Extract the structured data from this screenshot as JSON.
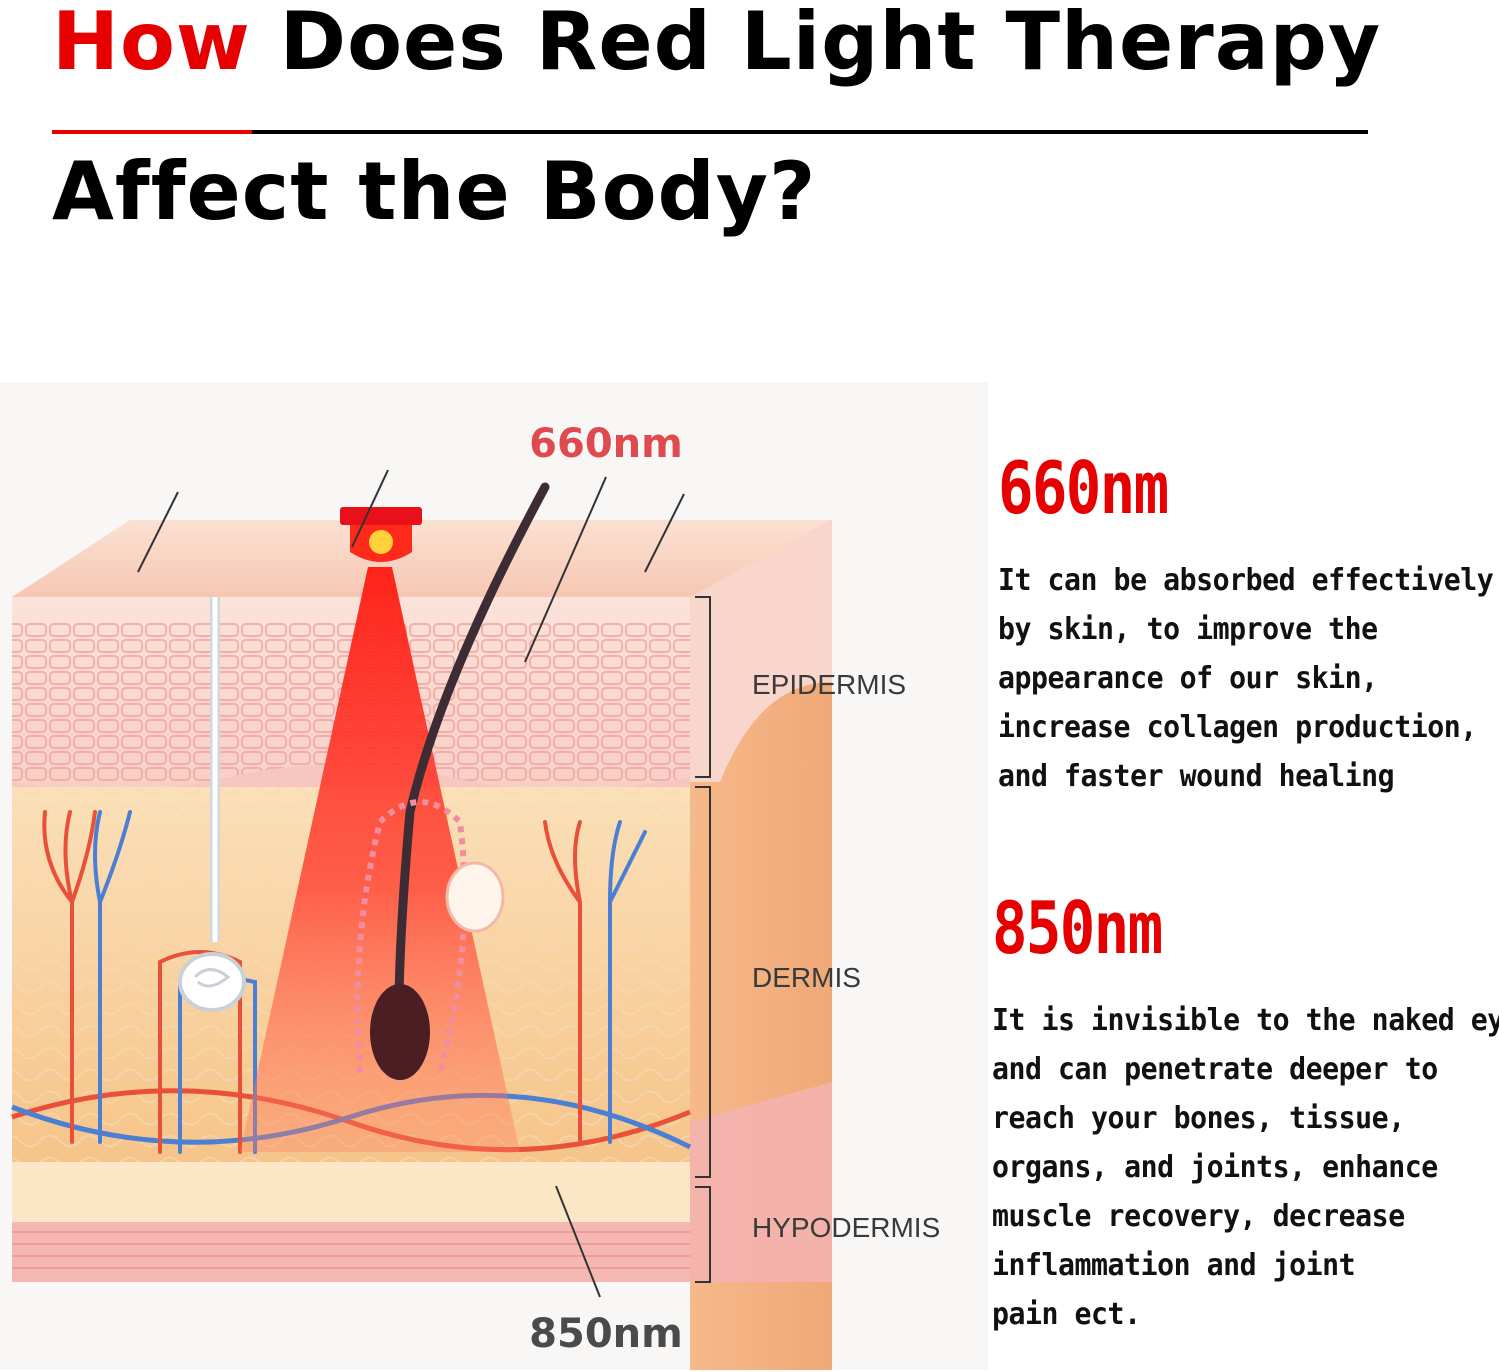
{
  "title": {
    "highlight": "How",
    "line1_rest": " Does Red Light Therapy",
    "line2": "Affect the Body?"
  },
  "colors": {
    "accent_red": "#e60000",
    "text": "#000000"
  },
  "diagram": {
    "top_wavelength_label": "660nm",
    "bottom_wavelength_label": "850nm",
    "layers": [
      "EPIDERMIS",
      "DERMIS",
      "HYPODERMIS"
    ]
  },
  "sections": [
    {
      "heading": "660nm",
      "lines": [
        "It can be absorbed effectively",
        "by skin, to improve the",
        "appearance of our skin,",
        "increase collagen production,",
        "and faster wound healing"
      ]
    },
    {
      "heading": "850nm",
      "lines": [
        "It is invisible to the naked eye",
        "and can penetrate deeper to",
        "reach your bones, tissue,",
        "organs, and joints, enhance",
        "muscle recovery, decrease",
        "inflammation and joint",
        "pain ect."
      ]
    }
  ]
}
